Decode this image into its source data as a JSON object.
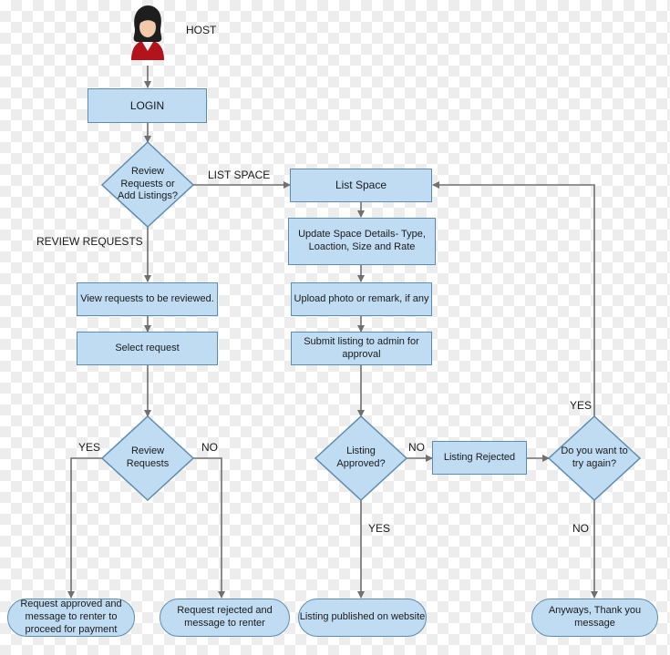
{
  "host": {
    "label": "HOST",
    "icon": "user-icon"
  },
  "nodes": {
    "login": "LOGIN",
    "review_or_add": "Review Requests or Add Listings?",
    "view_requests": "View requests to be reviewed.",
    "select_request": "Select request",
    "review_requests": "Review Requests",
    "request_approved": "Request approved and message to renter to proceed for payment",
    "request_rejected": "Request rejected and message to renter",
    "list_space": "List Space",
    "update_details": "Update Space Details- Type, Loaction, Size and Rate",
    "upload_photo": "Upload photo or remark, if any",
    "submit_listing": "Submit listing to admin for approval",
    "listing_approved": "Listing Approved?",
    "listing_rejected": "Listing Rejected",
    "try_again": "Do you want to try again?",
    "listing_published": "Listing published on website",
    "thank_you": "Anyways, Thank you message"
  },
  "edge_labels": {
    "list_space": "LIST SPACE",
    "review_requests": "REVIEW REQUESTS",
    "review_yes": "YES",
    "review_no": "NO",
    "approved_no": "NO",
    "approved_yes": "YES",
    "try_yes": "YES",
    "try_no": "NO"
  },
  "colors": {
    "fill": "#bfdcf3",
    "stroke": "#5d8cb0",
    "line": "#707070"
  }
}
